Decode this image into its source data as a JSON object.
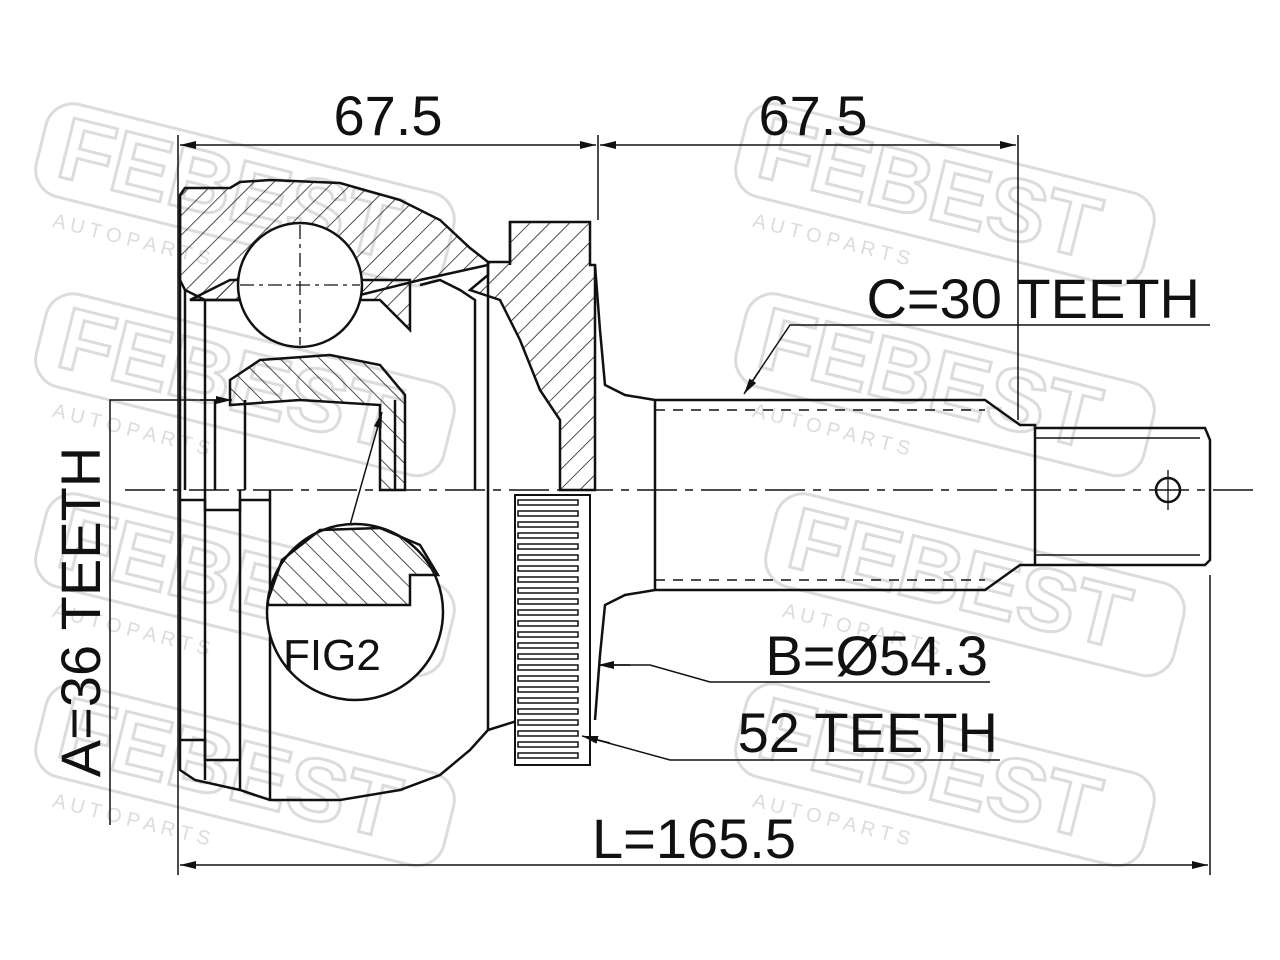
{
  "watermark": {
    "brand": "FEBEST",
    "tagline": "A U T O   P A R T S",
    "color": "#dcdcdc"
  },
  "dimensions": {
    "top_left": "67.5",
    "top_right": "67.5",
    "spline_c": "C=30 TEETH",
    "diameter_b": "B=Ø54.3",
    "abs_ring": "52 TEETH",
    "length_l": "L=165.5",
    "spline_a": "A=36 TEETH"
  },
  "labels": {
    "detail": "FIG2"
  },
  "colors": {
    "line": "#111111",
    "hatch": "#222222",
    "background": "#ffffff"
  }
}
